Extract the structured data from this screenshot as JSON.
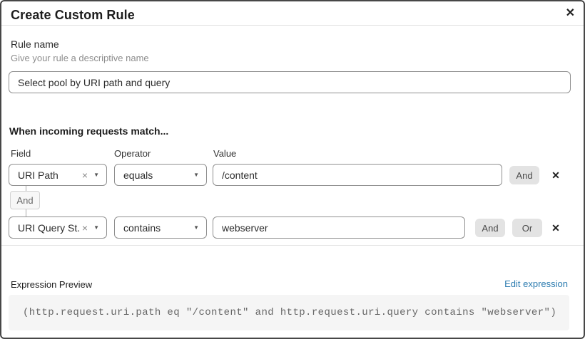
{
  "modal": {
    "title": "Create Custom Rule",
    "close_icon": "✕"
  },
  "rule_name": {
    "label": "Rule name",
    "helper": "Give your rule a descriptive name",
    "value": "Select pool by URI path and query"
  },
  "builder": {
    "heading": "When incoming requests match...",
    "column_labels": {
      "field": "Field",
      "operator": "Operator",
      "value": "Value"
    },
    "connector": "And",
    "rows": [
      {
        "field": "URI Path",
        "operator": "equals",
        "value": "/content",
        "clear_icon": "×",
        "caret_icon": "▼",
        "delete_icon": "✕",
        "buttons": {
          "0": "And"
        }
      },
      {
        "field": "URI Query St...",
        "operator": "contains",
        "value": "webserver",
        "clear_icon": "×",
        "caret_icon": "▼",
        "delete_icon": "✕",
        "buttons": {
          "0": "And",
          "1": "Or"
        }
      }
    ]
  },
  "expression": {
    "label": "Expression Preview",
    "edit_link": "Edit expression",
    "code": "(http.request.uri.path eq \"/content\" and http.request.uri.query contains \"webserver\")"
  },
  "colors": {
    "link_blue": "#2c7cb0",
    "button_gray": "#e3e3e3",
    "code_background": "#f5f5f5",
    "input_border": "#8f8f8f",
    "modal_border": "#474747"
  }
}
